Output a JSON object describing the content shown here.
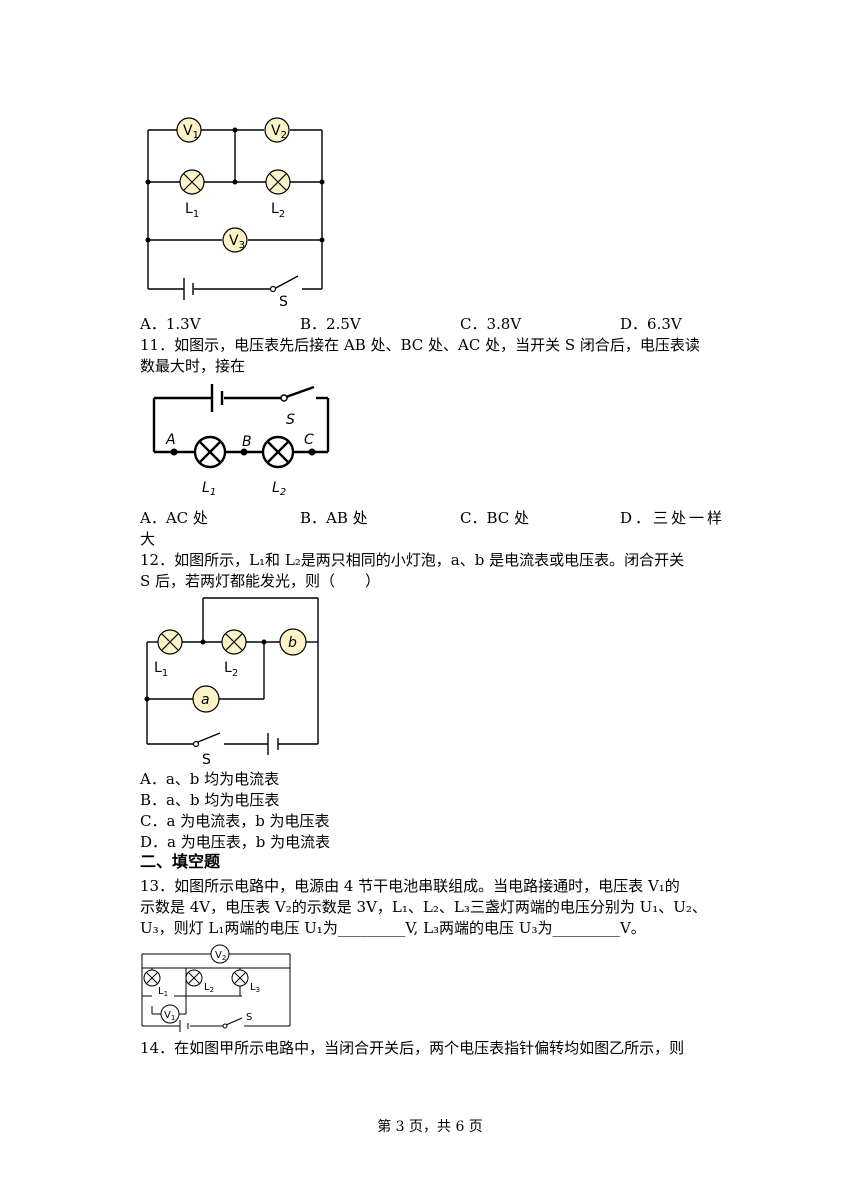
{
  "circuit10": {
    "meter_v1": "V",
    "meter_v1_sub": "1",
    "meter_v2": "V",
    "meter_v2_sub": "2",
    "meter_v3": "V",
    "meter_v3_sub": "3",
    "lamp_l1": "L",
    "lamp_l1_sub": "1",
    "lamp_l2": "L",
    "lamp_l2_sub": "2",
    "switch": "S"
  },
  "q10": {
    "options": [
      "A．1.3V",
      "B．2.5V",
      "C．3.8V",
      "D．6.3V"
    ]
  },
  "q11": {
    "line1": "11．如图示，电压表先后接在 AB 处、BC 处、AC 处，当开关 S 闭合后，电压表读",
    "line2": "数最大时，接在",
    "circuit": {
      "a": "A",
      "b": "B",
      "c": "C",
      "s": "S",
      "l1": "L",
      "l1_sub": "1",
      "l2": "L",
      "l2_sub": "2"
    },
    "options": [
      "A．AC 处",
      "B．AB 处",
      "C．BC 处",
      "D．三处一样"
    ],
    "option_d_wrap": "大"
  },
  "q12": {
    "line1": "12．如图所示，L₁和 L₂是两只相同的小灯泡，a、b 是电流表或电压表。闭合开关",
    "line2": "S 后，若两灯都能发光，则（　　）",
    "circuit": {
      "l1": "L",
      "l1_sub": "1",
      "l2": "L",
      "l2_sub": "2",
      "a": "a",
      "b": "b",
      "s": "S"
    },
    "options": [
      "A．a、b 均为电流表",
      "B．a、b 均为电压表",
      "C．a 为电流表，b 为电压表",
      "D．a 为电压表，b 为电流表"
    ]
  },
  "section2": {
    "title": "二、填空题"
  },
  "q13": {
    "line1": "13．如图所示电路中，电源由 4 节干电池串联组成。当电路接通时，电压表 V₁的",
    "line2": "示数是 4V，电压表 V₂的示数是 3V，L₁、L₂、L₃三盏灯两端的电压分别为 U₁、U₂、",
    "line3": "U₃，则灯 L₁两端的电压 U₁为_________V, L₃两端的电压 U₃为_________V。",
    "circuit": {
      "v2": "V",
      "v2_sub": "2",
      "v1": "V",
      "v1_sub": "1",
      "l1": "L",
      "l1_sub": "1",
      "l2": "L",
      "l2_sub": "2",
      "l3": "L",
      "l3_sub": "3",
      "s": "S"
    }
  },
  "q14": {
    "line1": "14．在如图甲所示电路中，当闭合开关后，两个电压表指针偏转均如图乙所示，则"
  },
  "footer": {
    "text": "第 3 页，共 6 页"
  }
}
